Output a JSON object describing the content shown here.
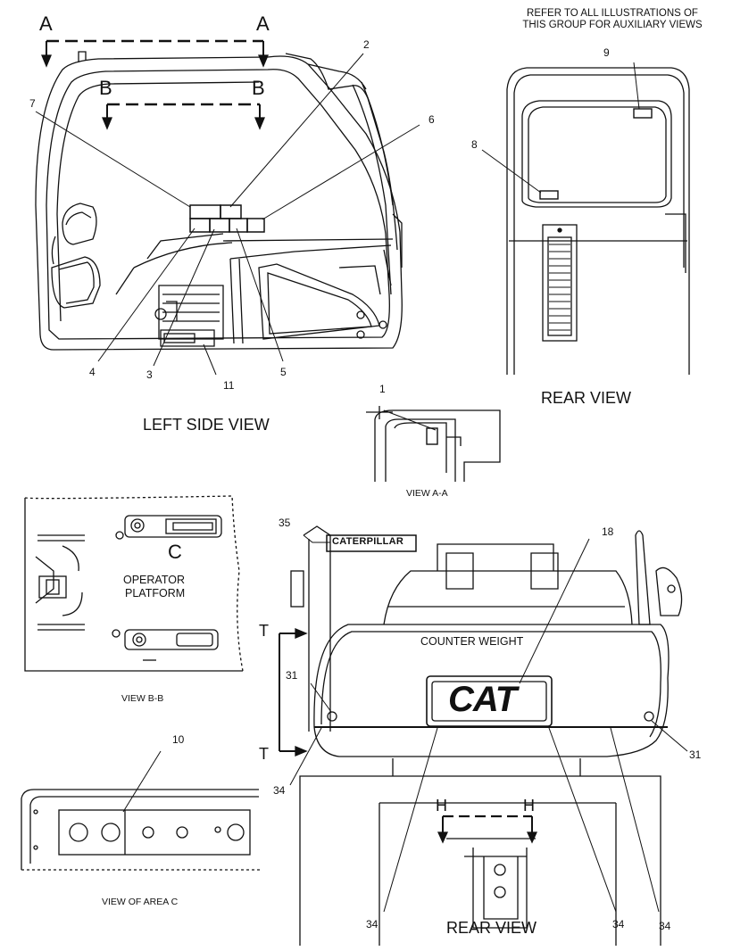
{
  "header_note": {
    "line1": "REFER TO ALL ILLUSTRATIONS OF",
    "line2": "THIS GROUP FOR AUXILIARY VIEWS"
  },
  "section_markers": {
    "a_left": "A",
    "a_right": "A",
    "b_left": "B",
    "b_right": "B",
    "c": "C",
    "h_left": "H",
    "h_right": "H",
    "t_top": "T",
    "t_bottom": "T"
  },
  "view_titles": {
    "left_side": "LEFT SIDE VIEW",
    "rear_top": "REAR VIEW",
    "view_aa": "VIEW A-A",
    "view_bb": "VIEW B-B",
    "area_c": "VIEW OF AREA C",
    "rear_bottom": "REAR VIEW"
  },
  "annotations": {
    "operator_platform_1": "OPERATOR",
    "operator_platform_2": "PLATFORM",
    "counter_weight": "COUNTER WEIGHT",
    "caterpillar_decal": "CATERPILLAR",
    "cat_logo": "CAT"
  },
  "callouts": {
    "c1": "1",
    "c2": "2",
    "c3": "3",
    "c4": "4",
    "c5": "5",
    "c6": "6",
    "c7": "7",
    "c8": "8",
    "c9": "9",
    "c10": "10",
    "c11": "11",
    "c18": "18",
    "c31a": "31",
    "c31b": "31",
    "c34a": "34",
    "c34b": "34",
    "c34c": "34",
    "c34d": "34",
    "c35": "35"
  }
}
